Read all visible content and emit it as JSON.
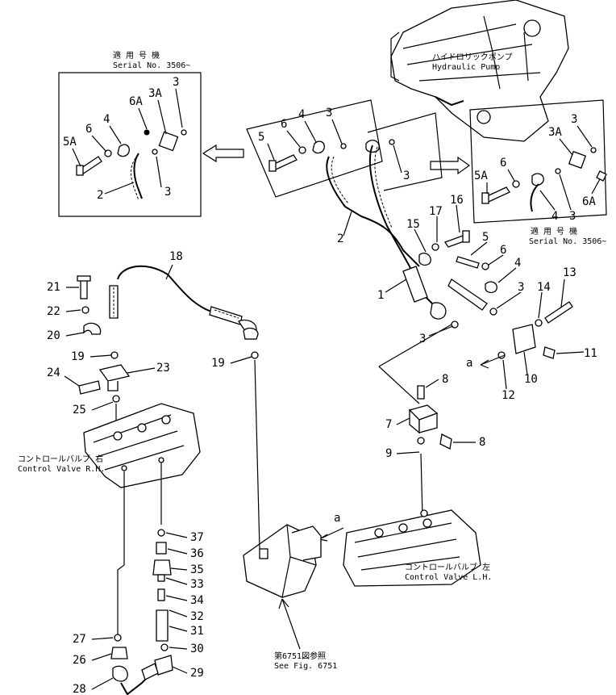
{
  "captions": {
    "hydraulic_pump_jp": "ハイドロリックポンプ",
    "hydraulic_pump_en": "Hydraulic Pump",
    "serial_left_jp": "適 用 号 機",
    "serial_left_en": "Serial No. 3506~",
    "serial_right_jp": "適 用 号 機",
    "serial_right_en": "Serial No. 3506~",
    "control_valve_rh_jp": "コントロールバルブ 右",
    "control_valve_rh_en": "Control Valve R.H.",
    "control_valve_lh_jp": "コントロールバルブ 左",
    "control_valve_lh_en": "Control Valve L.H.",
    "see_fig_jp": "第6751図参照",
    "see_fig_en": "See Fig. 6751",
    "view_a_1": "a",
    "view_a_2": "a"
  },
  "labels": {
    "p1": "1",
    "p2": "2",
    "p3a": "3",
    "p3b": "3",
    "p3c": "3",
    "p4a": "4",
    "p4b": "4",
    "p5a": "5",
    "p5b": "5",
    "p6a": "6",
    "p6b": "6",
    "p7": "7",
    "p8a": "8",
    "p8b": "8",
    "p9": "9",
    "p10": "10",
    "p11": "11",
    "p12": "12",
    "p13": "13",
    "p14": "14",
    "p15": "15",
    "p16": "16",
    "p17": "17",
    "p18": "18",
    "p19a": "19",
    "p19b": "19",
    "p20": "20",
    "p21": "21",
    "p22": "22",
    "p23": "23",
    "p24": "24",
    "p25": "25",
    "p26": "26",
    "p27": "27",
    "p28": "28",
    "p29": "29",
    "p30": "30",
    "p31": "31",
    "p32": "32",
    "p33": "33",
    "p34": "34",
    "p35": "35",
    "p36": "36",
    "p37": "37",
    "inset_l_5a": "5A",
    "inset_l_6": "6",
    "inset_l_4": "4",
    "inset_l_6a": "6A",
    "inset_l_3a": "3A",
    "inset_l_3": "3",
    "inset_l_2": "2",
    "inset_l_3b": "3",
    "inset_r_3": "3",
    "inset_r_3a": "3A",
    "inset_r_6": "6",
    "inset_r_5a": "5A",
    "inset_r_4": "4",
    "inset_r_3b": "3",
    "inset_r_6a": "6A",
    "det_5": "5",
    "det_6": "6",
    "det_4": "4",
    "det_3a": "3",
    "det_3b": "3"
  },
  "colors": {
    "ink": "#000000",
    "paper": "#ffffff"
  }
}
